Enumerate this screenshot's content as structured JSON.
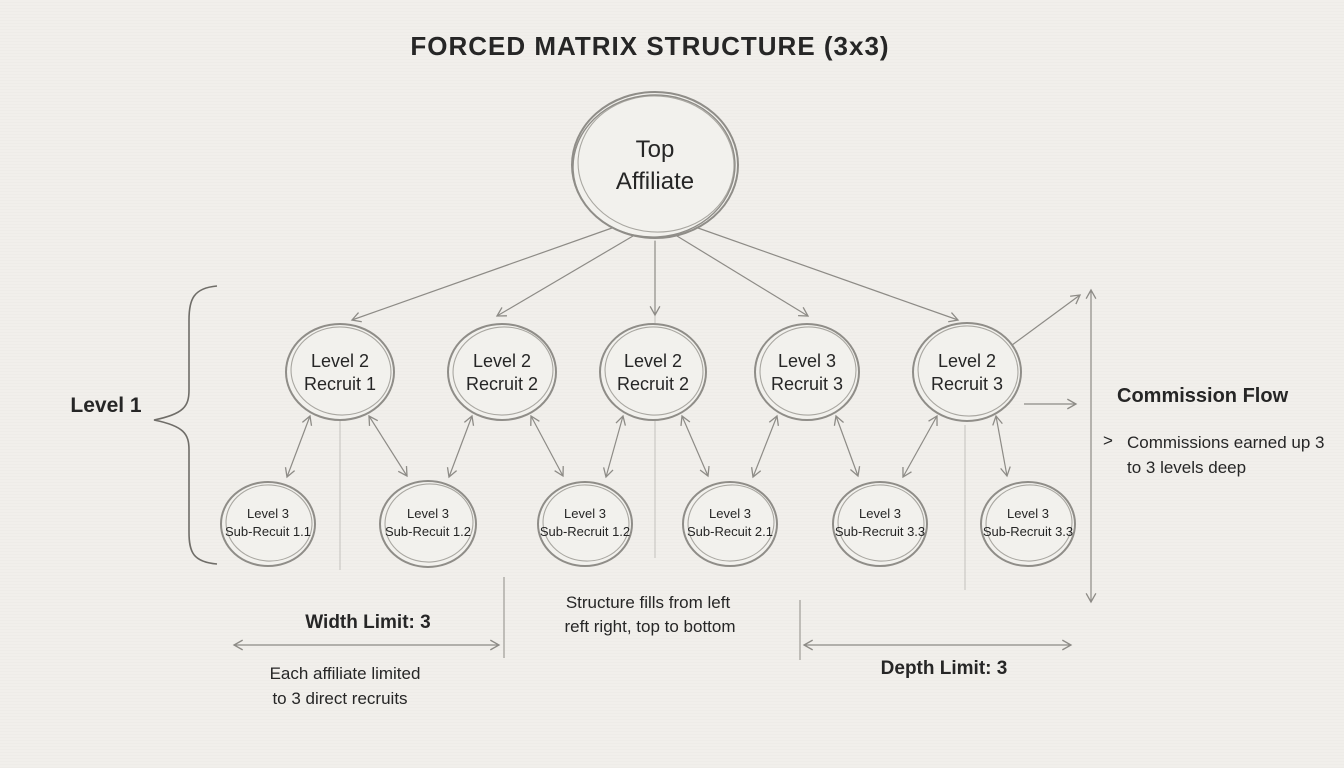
{
  "title": "FORCED MATRIX STRUCTURE (3x3)",
  "nodes": {
    "top": {
      "line1": "Top",
      "line2": "Affiliate"
    },
    "level2": [
      {
        "line1": "Level 2",
        "line2": "Recruit 1"
      },
      {
        "line1": "Level 2",
        "line2": "Recruit 2"
      },
      {
        "line1": "Level 2",
        "line2": "Recruit 2"
      },
      {
        "line1": "Level 3",
        "line2": "Recruit 3"
      },
      {
        "line1": "Level 2",
        "line2": "Recruit 3"
      }
    ],
    "level3": [
      {
        "line1": "Level 3",
        "line2": "Sub-Recuit 1.1"
      },
      {
        "line1": "Level 3",
        "line2": "Sub-Recuit 1.2"
      },
      {
        "line1": "Level 3",
        "line2": "Sub-Recruit 1.2"
      },
      {
        "line1": "Level 3",
        "line2": "Sub-Recuit 2.1"
      },
      {
        "line1": "Level 3",
        "line2": "Sub-Recruit 3.3"
      },
      {
        "line1": "Level 3",
        "line2": "Sub-Recruit 3.3"
      }
    ]
  },
  "annotations": {
    "level1_label": "Level 1",
    "commission_flow_title": "Commission Flow",
    "commission_bullet": ">",
    "commission_note_line1": "Commissions earned up 3",
    "commission_note_line2": "to 3 levels deep",
    "width_limit_label": "Width Limit: 3",
    "width_note_line1": "Each affiliate limited",
    "width_note_line2": "to 3 direct recruits",
    "fill_note_line1": "Structure fills from left",
    "fill_note_line2": "reft right, top to bottom",
    "depth_limit_label": "Depth Limit: 3"
  },
  "colors": {
    "background": "#f1efeb",
    "ink": "#262626",
    "circle_stroke": "#8f8d88",
    "arrow": "#8d8b86"
  }
}
